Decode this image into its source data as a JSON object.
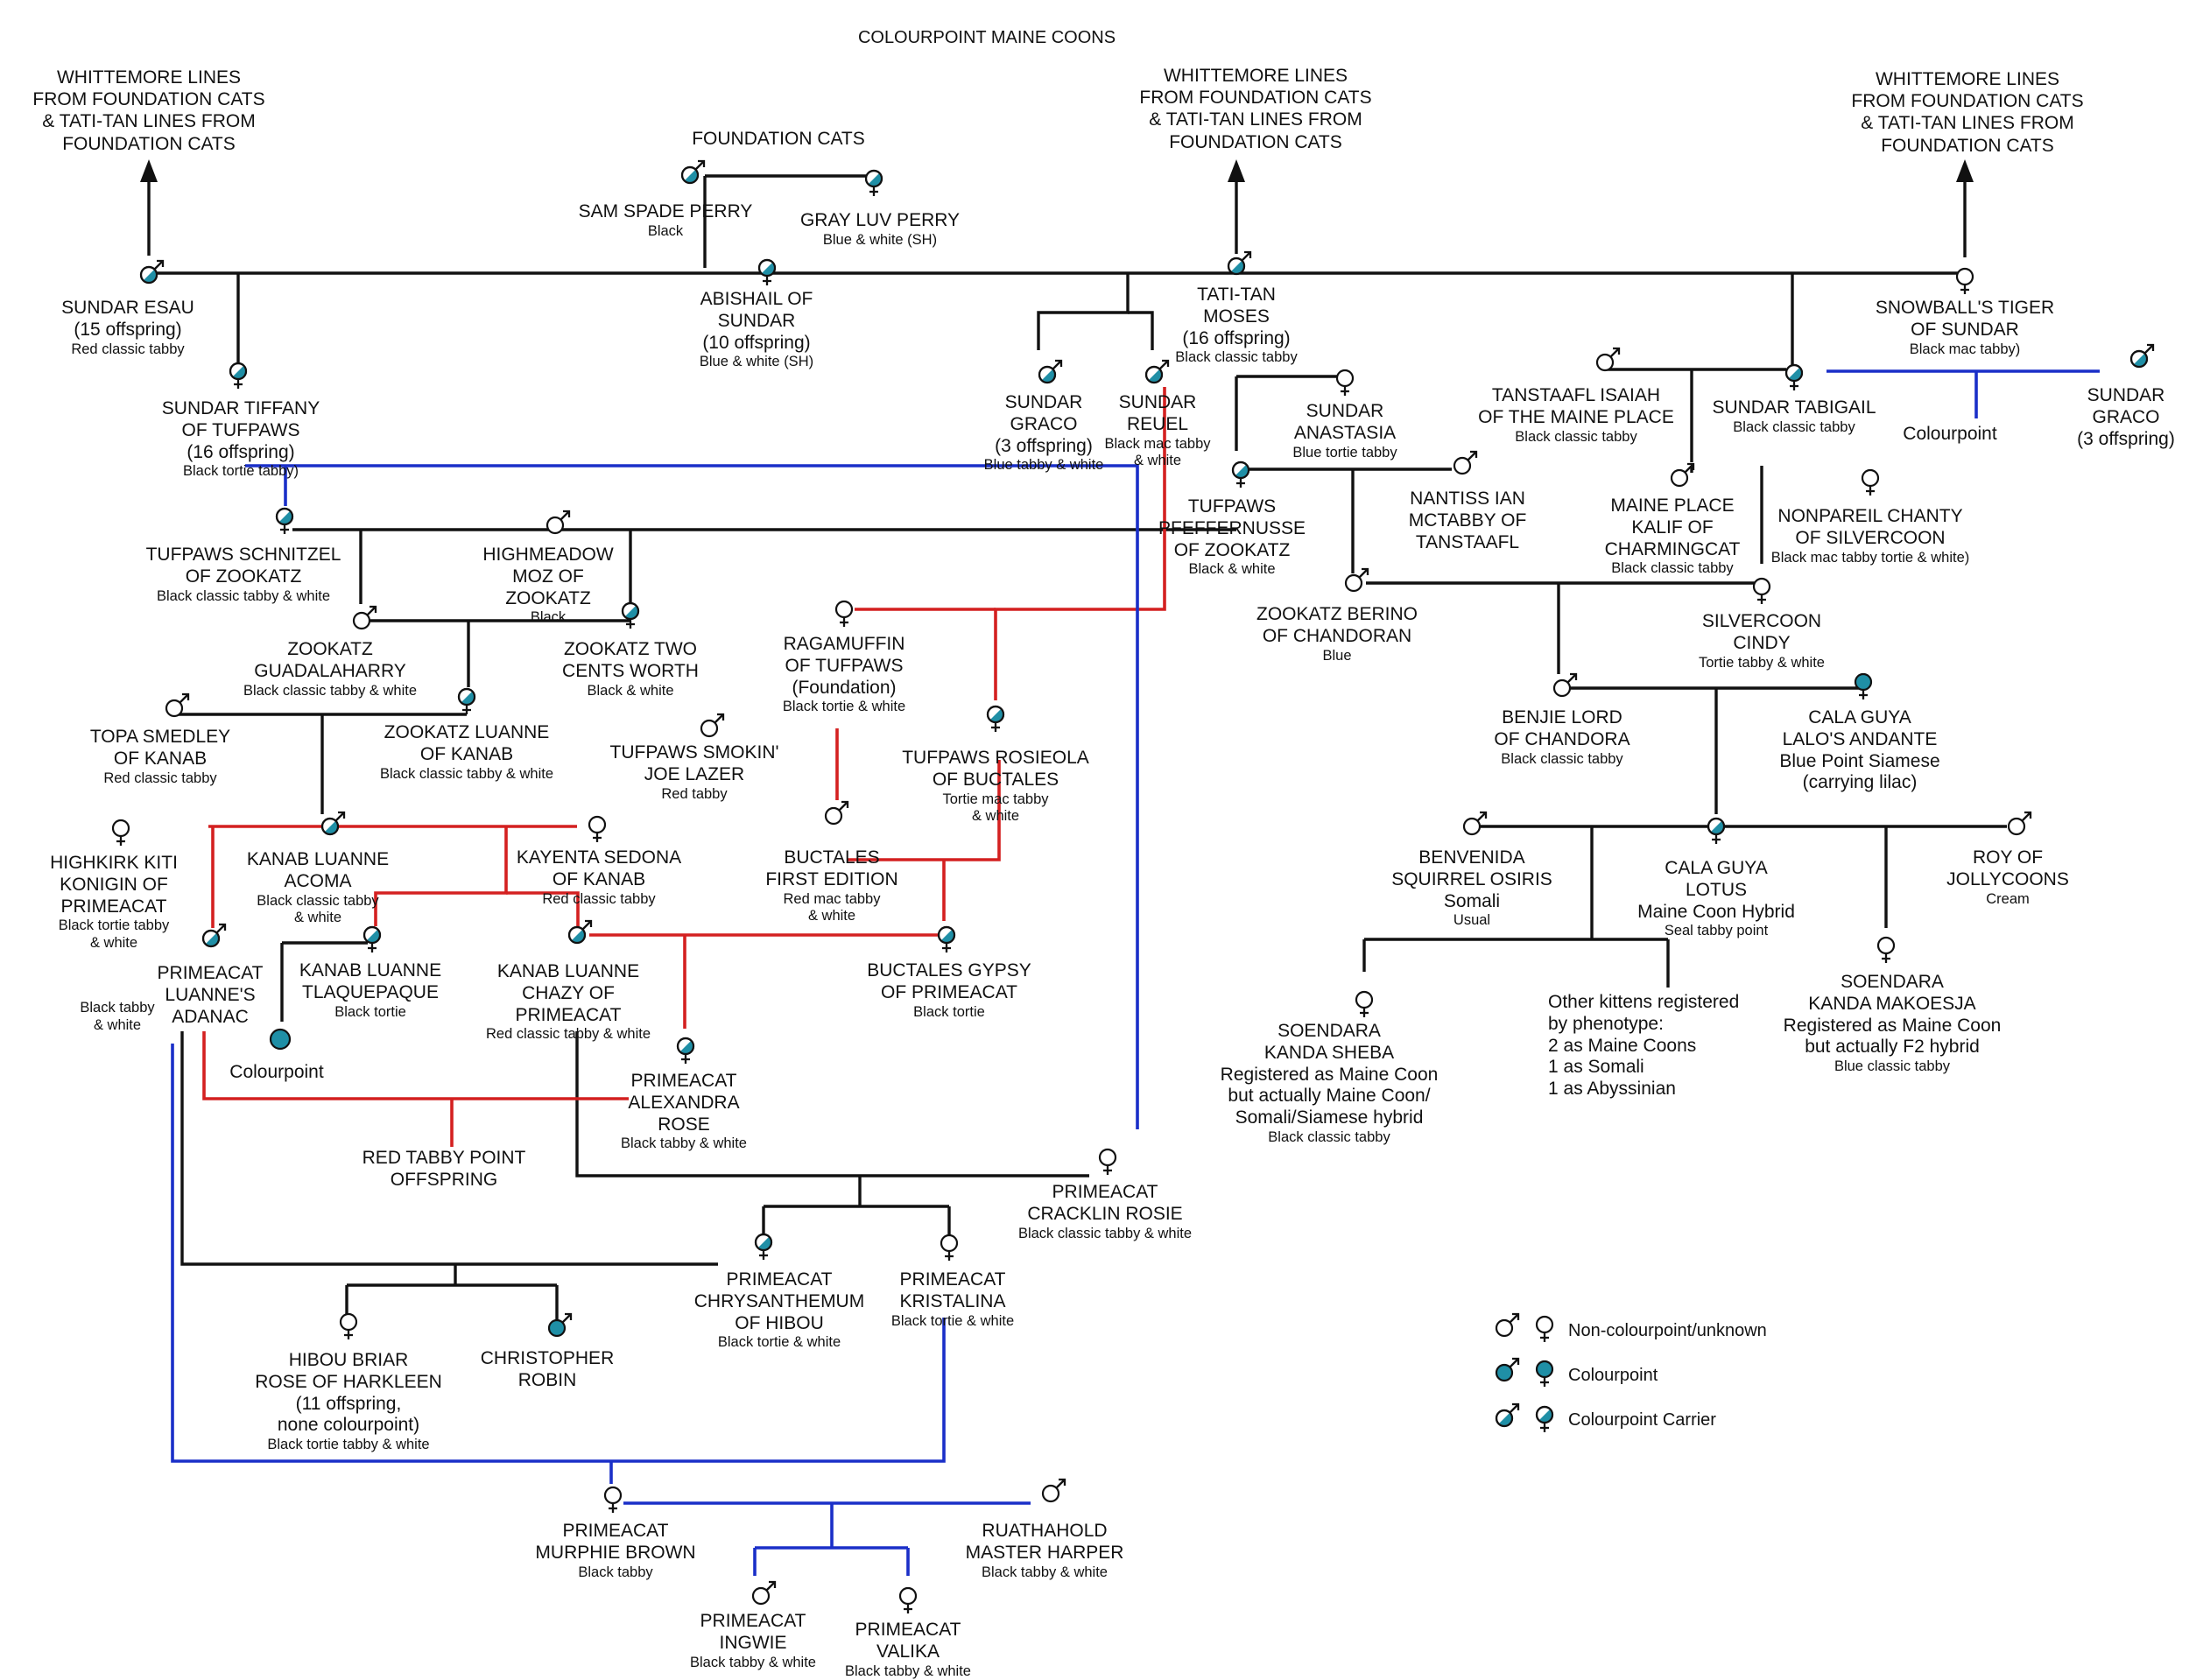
{
  "title": "COLOURPOINT MAINE COONS",
  "headings": {
    "left": [
      "WHITTEMORE LINES",
      "FROM FOUNDATION CATS",
      "& TATI-TAN LINES FROM",
      "FOUNDATION CATS"
    ],
    "mid": [
      "WHITTEMORE LINES",
      "FROM FOUNDATION CATS",
      "& TATI-TAN LINES FROM",
      "FOUNDATION CATS"
    ],
    "right": [
      "WHITTEMORE LINES",
      "FROM FOUNDATION CATS",
      "& TATI-TAN LINES FROM",
      "FOUNDATION CATS"
    ],
    "foundation": "FOUNDATION CATS",
    "red_tabby_point": [
      "RED TABBY POINT",
      "OFFSPRING"
    ]
  },
  "colors": {
    "black_line": "#111111",
    "red_line": "#d42020",
    "blue_line": "#1a2fc8",
    "teal": "#1f8fa6"
  },
  "legend": {
    "items": [
      {
        "label": "Non-colourpoint/unknown",
        "fill": "none"
      },
      {
        "label": "Colourpoint",
        "fill": "full"
      },
      {
        "label": "Colourpoint Carrier",
        "fill": "half"
      }
    ]
  },
  "cats": [
    {
      "id": "sam_spade",
      "sex": "m",
      "fill": "half",
      "lines": [
        "SAM SPADE PERRY"
      ],
      "colour": [
        "Black"
      ]
    },
    {
      "id": "gray_luv",
      "sex": "f",
      "fill": "half",
      "lines": [
        "GRAY LUV PERRY"
      ],
      "colour": [
        "Blue & white (SH)"
      ]
    },
    {
      "id": "abishail",
      "sex": "f",
      "fill": "half",
      "lines": [
        "ABISHAIL OF",
        "SUNDAR",
        "(10 offspring)"
      ],
      "colour": [
        "Blue & white (SH)"
      ]
    },
    {
      "id": "esau",
      "sex": "m",
      "fill": "half",
      "lines": [
        "SUNDAR ESAU",
        "(15 offspring)"
      ],
      "colour": [
        "Red classic tabby"
      ]
    },
    {
      "id": "tiffany",
      "sex": "f",
      "fill": "half",
      "lines": [
        "SUNDAR TIFFANY",
        "OF TUFPAWS",
        "(16 offspring)"
      ],
      "colour": [
        "Black tortie tabby)"
      ]
    },
    {
      "id": "moses",
      "sex": "m",
      "fill": "half",
      "lines": [
        "TATI-TAN",
        "MOSES",
        "(16 offspring)"
      ],
      "colour": [
        "Black classic tabby"
      ]
    },
    {
      "id": "graco1",
      "sex": "m",
      "fill": "half",
      "lines": [
        "SUNDAR",
        "GRACO",
        "(3 offspring)"
      ],
      "colour": [
        "Blue tabby & white"
      ]
    },
    {
      "id": "reuel",
      "sex": "m",
      "fill": "half",
      "lines": [
        "SUNDAR",
        "REUEL"
      ],
      "colour": [
        "Black mac tabby",
        "& white"
      ]
    },
    {
      "id": "anastasia",
      "sex": "f",
      "fill": "none",
      "lines": [
        "SUNDAR",
        "ANASTASIA"
      ],
      "colour": [
        "Blue tortie tabby"
      ]
    },
    {
      "id": "snowball",
      "sex": "f",
      "fill": "none",
      "lines": [
        "SNOWBALL'S TIGER",
        "OF SUNDAR"
      ],
      "colour": [
        "Black mac tabby)"
      ]
    },
    {
      "id": "isaiah",
      "sex": "m",
      "fill": "none",
      "lines": [
        "TANSTAAFL ISAIAH",
        "OF THE MAINE PLACE"
      ],
      "colour": [
        "Black classic tabby"
      ]
    },
    {
      "id": "tabigail",
      "sex": "f",
      "fill": "half",
      "lines": [
        "SUNDAR TABIGAIL"
      ],
      "colour": [
        "Black classic tabby"
      ]
    },
    {
      "id": "graco2",
      "sex": "m",
      "fill": "half",
      "lines": [
        "SUNDAR",
        "GRACO",
        "(3 offspring)"
      ],
      "colour": []
    },
    {
      "id": "colourpoint_r",
      "sex": "",
      "fill": "",
      "lines": [
        "Colourpoint"
      ],
      "colour": []
    },
    {
      "id": "pfeffernusse",
      "sex": "f",
      "fill": "half",
      "lines": [
        "TUFPAWS",
        "PFEFFERNUSSE",
        "OF ZOOKATZ"
      ],
      "colour": [
        "Black & white"
      ]
    },
    {
      "id": "nantiss",
      "sex": "m",
      "fill": "none",
      "lines": [
        "NANTISS IAN",
        "MCTABBY OF",
        "TANSTAAFL"
      ],
      "colour": []
    },
    {
      "id": "kalif",
      "sex": "m",
      "fill": "none",
      "lines": [
        "MAINE PLACE",
        "KALIF OF",
        "CHARMINGCAT"
      ],
      "colour": [
        "Black classic tabby"
      ]
    },
    {
      "id": "chanty",
      "sex": "f",
      "fill": "none",
      "lines": [
        "NONPAREIL CHANTY",
        "OF SILVERCOON"
      ],
      "colour": [
        "Black mac tabby tortie & white)"
      ]
    },
    {
      "id": "schnitzel",
      "sex": "f",
      "fill": "half",
      "lines": [
        "TUFPAWS SCHNITZEL",
        "OF ZOOKATZ"
      ],
      "colour": [
        "Black classic tabby & white"
      ]
    },
    {
      "id": "moz",
      "sex": "m",
      "fill": "none",
      "lines": [
        "HIGHMEADOW",
        "MOZ OF",
        "ZOOKATZ"
      ],
      "colour": [
        "Black"
      ]
    },
    {
      "id": "berino",
      "sex": "m",
      "fill": "none",
      "lines": [
        "ZOOKATZ BERINO",
        "OF CHANDORAN"
      ],
      "colour": [
        "Blue"
      ]
    },
    {
      "id": "cindy",
      "sex": "f",
      "fill": "none",
      "lines": [
        "SILVERCOON",
        "CINDY"
      ],
      "colour": [
        "Tortie tabby & white"
      ]
    },
    {
      "id": "guadalaharry",
      "sex": "m",
      "fill": "none",
      "lines": [
        "ZOOKATZ",
        "GUADALAHARRY"
      ],
      "colour": [
        "Black classic tabby & white"
      ]
    },
    {
      "id": "twocents",
      "sex": "f",
      "fill": "half",
      "lines": [
        "ZOOKATZ TWO",
        "CENTS WORTH"
      ],
      "colour": [
        "Black & white"
      ]
    },
    {
      "id": "ragamuffin",
      "sex": "f",
      "fill": "none",
      "lines": [
        "RAGAMUFFIN",
        "OF TUFPAWS",
        "(Foundation)"
      ],
      "colour": [
        "Black tortie & white"
      ]
    },
    {
      "id": "benjie",
      "sex": "m",
      "fill": "none",
      "lines": [
        "BENJIE LORD",
        "OF CHANDORA"
      ],
      "colour": [
        "Black classic tabby"
      ]
    },
    {
      "id": "lalo",
      "sex": "f",
      "fill": "full",
      "lines": [
        "CALA GUYA",
        "LALO'S ANDANTE",
        "Blue Point Siamese",
        "(carrying lilac)"
      ],
      "colour": []
    },
    {
      "id": "topa",
      "sex": "m",
      "fill": "none",
      "lines": [
        "TOPA SMEDLEY",
        "OF KANAB"
      ],
      "colour": [
        "Red classic tabby"
      ]
    },
    {
      "id": "luanne_kanab",
      "sex": "f",
      "fill": "half",
      "lines": [
        "ZOOKATZ LUANNE",
        "OF KANAB"
      ],
      "colour": [
        "Black classic tabby & white"
      ]
    },
    {
      "id": "smokin",
      "sex": "m",
      "fill": "none",
      "lines": [
        "TUFPAWS SMOKIN'",
        "JOE LAZER"
      ],
      "colour": [
        "Red tabby"
      ]
    },
    {
      "id": "rosieola",
      "sex": "f",
      "fill": "half",
      "lines": [
        "TUFPAWS ROSIEOLA",
        "OF BUCTALES"
      ],
      "colour": [
        "Tortie mac tabby",
        "& white"
      ]
    },
    {
      "id": "kiti",
      "sex": "f",
      "fill": "none",
      "lines": [
        "HIGHKIRK KITI",
        "KONIGIN OF",
        "PRIMEACAT"
      ],
      "colour": [
        "Black tortie tabby",
        "& white"
      ]
    },
    {
      "id": "acoma",
      "sex": "m",
      "fill": "half",
      "lines": [
        "KANAB LUANNE",
        "ACOMA"
      ],
      "colour": [
        "Black classic tabby",
        "& white"
      ]
    },
    {
      "id": "sedona",
      "sex": "f",
      "fill": "none",
      "lines": [
        "KAYENTA SEDONA",
        "OF KANAB"
      ],
      "colour": [
        "Red classic tabby"
      ]
    },
    {
      "id": "first_edition",
      "sex": "m",
      "fill": "none",
      "lines": [
        "BUCTALES",
        "FIRST EDITION"
      ],
      "colour": [
        "Red mac tabby",
        "& white"
      ]
    },
    {
      "id": "osiris",
      "sex": "m",
      "fill": "none",
      "lines": [
        "BENVENIDA",
        "SQUIRREL OSIRIS",
        "Somali"
      ],
      "colour": [
        "Usual"
      ]
    },
    {
      "id": "lotus",
      "sex": "f",
      "fill": "half",
      "lines": [
        "CALA GUYA",
        "LOTUS",
        "Maine Coon Hybrid"
      ],
      "colour": [
        "Seal tabby point"
      ]
    },
    {
      "id": "roy",
      "sex": "m",
      "fill": "none",
      "lines": [
        "ROY OF",
        "JOLLYCOONS"
      ],
      "colour": [
        "Cream"
      ]
    },
    {
      "id": "adanac",
      "sex": "m",
      "fill": "half",
      "lines": [
        "PRIMEACAT",
        "LUANNE'S",
        "ADANAC"
      ],
      "colour": []
    },
    {
      "id": "adanac_col",
      "sex": "",
      "fill": "",
      "lines": [],
      "colour": [
        "Black tabby",
        "& white"
      ]
    },
    {
      "id": "tlaquepaque",
      "sex": "f",
      "fill": "half",
      "lines": [
        "KANAB LUANNE",
        "TLAQUEPAQUE"
      ],
      "colour": [
        "Black tortie"
      ]
    },
    {
      "id": "chazy",
      "sex": "m",
      "fill": "half",
      "lines": [
        "KANAB LUANNE",
        "CHAZY OF",
        "PRIMEACAT"
      ],
      "colour": [
        "Red classic tabby & white"
      ]
    },
    {
      "id": "gypsy",
      "sex": "f",
      "fill": "half",
      "lines": [
        "BUCTALES GYPSY",
        "OF PRIMEACAT"
      ],
      "colour": [
        "Black tortie"
      ]
    },
    {
      "id": "colourpoint_l",
      "sex": "",
      "fill": "full",
      "lines": [
        "Colourpoint"
      ],
      "colour": []
    },
    {
      "id": "alexandra",
      "sex": "f",
      "fill": "half",
      "lines": [
        "PRIMEACAT",
        "ALEXANDRA",
        "ROSE"
      ],
      "colour": [
        "Black tabby & white"
      ]
    },
    {
      "id": "sheba",
      "sex": "f",
      "fill": "none",
      "lines": [
        "SOENDARA",
        "KANDA SHEBA",
        "Registered as Maine Coon",
        "but actually Maine Coon/",
        "Somali/Siamese hybrid"
      ],
      "colour": [
        "Black classic tabby"
      ]
    },
    {
      "id": "makoesja",
      "sex": "f",
      "fill": "none",
      "lines": [
        "SOENDARA",
        "KANDA MAKOESJA",
        "Registered as Maine Coon",
        "but actually F2 hybrid"
      ],
      "colour": [
        "Blue classic tabby"
      ]
    },
    {
      "id": "other_kittens",
      "sex": "",
      "fill": "",
      "lines": [
        "Other kittens registered",
        "by phenotype:",
        "2 as Maine Coons",
        "1 as Somali",
        "1 as Abyssinian"
      ],
      "colour": []
    },
    {
      "id": "cracklin",
      "sex": "f",
      "fill": "none",
      "lines": [
        "PRIMEACAT",
        "CRACKLIN ROSIE"
      ],
      "colour": [
        "Black classic tabby & white"
      ]
    },
    {
      "id": "chrysanthemum",
      "sex": "f",
      "fill": "half",
      "lines": [
        "PRIMEACAT",
        "CHRYSANTHEMUM",
        "OF HIBOU"
      ],
      "colour": [
        "Black tortie & white"
      ]
    },
    {
      "id": "kristalina",
      "sex": "f",
      "fill": "none",
      "lines": [
        "PRIMEACAT",
        "KRISTALINA"
      ],
      "colour": [
        "Black tortie & white"
      ]
    },
    {
      "id": "hibou_briar",
      "sex": "f",
      "fill": "none",
      "lines": [
        "HIBOU BRIAR",
        "ROSE OF HARKLEEN",
        "(11 offspring,",
        "none colourpoint)"
      ],
      "colour": [
        "Black tortie tabby & white"
      ]
    },
    {
      "id": "christopher",
      "sex": "m",
      "fill": "full",
      "lines": [
        "CHRISTOPHER",
        "ROBIN"
      ],
      "colour": []
    },
    {
      "id": "murphie",
      "sex": "f",
      "fill": "none",
      "lines": [
        "PRIMEACAT",
        "MURPHIE BROWN"
      ],
      "colour": [
        "Black tabby"
      ]
    },
    {
      "id": "harper",
      "sex": "m",
      "fill": "none",
      "lines": [
        "RUATHAHOLD",
        "MASTER HARPER"
      ],
      "colour": [
        "Black tabby & white"
      ]
    },
    {
      "id": "ingwie",
      "sex": "m",
      "fill": "none",
      "lines": [
        "PRIMEACAT",
        "INGWIE"
      ],
      "colour": [
        "Black tabby & white"
      ]
    },
    {
      "id": "valika",
      "sex": "f",
      "fill": "none",
      "lines": [
        "PRIMEACAT",
        "VALIKA"
      ],
      "colour": [
        "Black tabby & white"
      ]
    }
  ]
}
